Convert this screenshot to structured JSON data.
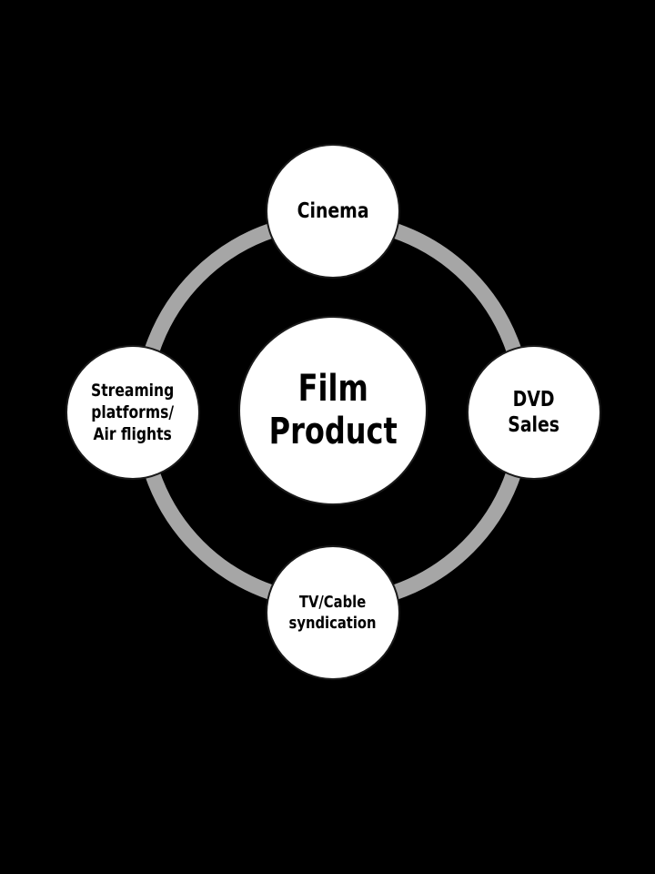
{
  "diagram": {
    "center": {
      "label": "Film\nProduct"
    },
    "nodes": [
      {
        "label": "Cinema"
      },
      {
        "label": "DVD\nSales"
      },
      {
        "label": "TV/Cable\nsyndication"
      },
      {
        "label": "Streaming\nplatforms/\nAir flights"
      }
    ],
    "colors": {
      "background": "#000000",
      "ring": "#a6a6a6",
      "node_fill": "#ffffff",
      "text": "#000000"
    }
  }
}
